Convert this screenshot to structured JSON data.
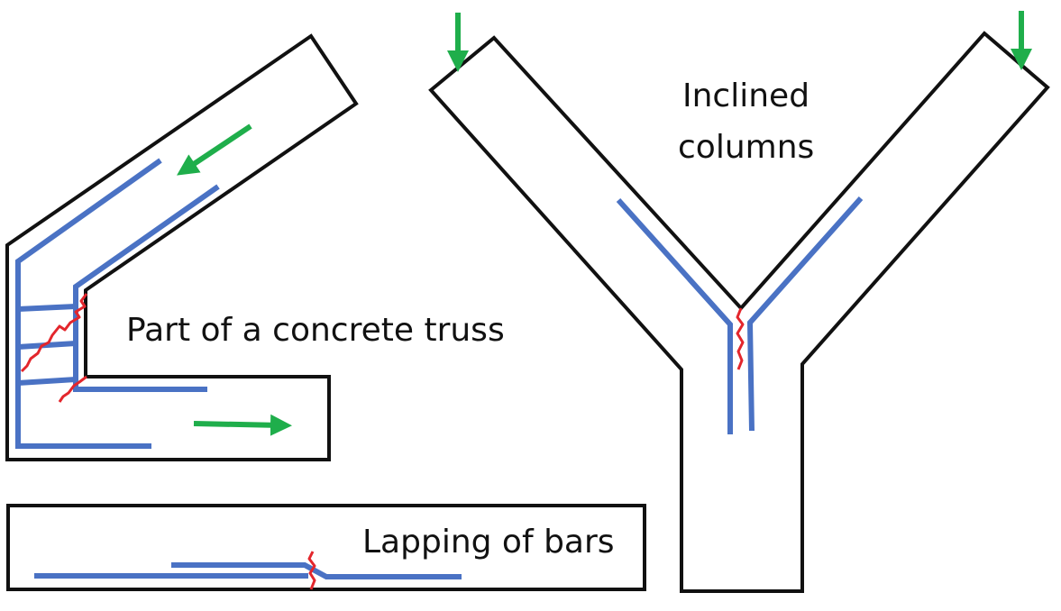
{
  "labels": {
    "truss": "Part of a concrete truss",
    "lapping": "Lapping of bars",
    "inclined_line1": "Inclined",
    "inclined_line2": "columns"
  },
  "colors": {
    "outline": "#111111",
    "rebar": "#4a72c4",
    "crack": "#e3262c",
    "force_arrow": "#1fae4b"
  }
}
